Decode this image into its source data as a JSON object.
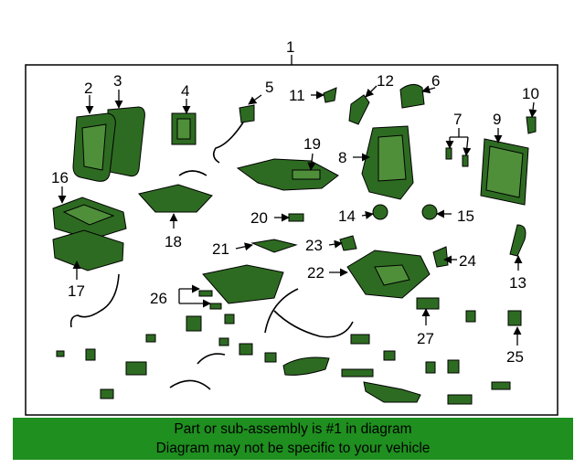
{
  "diagram": {
    "callouts": [
      {
        "id": "1",
        "label": "1"
      },
      {
        "id": "2",
        "label": "2"
      },
      {
        "id": "3",
        "label": "3"
      },
      {
        "id": "4",
        "label": "4"
      },
      {
        "id": "5",
        "label": "5"
      },
      {
        "id": "6",
        "label": "6"
      },
      {
        "id": "7",
        "label": "7"
      },
      {
        "id": "8",
        "label": "8"
      },
      {
        "id": "9",
        "label": "9"
      },
      {
        "id": "10",
        "label": "10"
      },
      {
        "id": "11",
        "label": "11"
      },
      {
        "id": "12",
        "label": "12"
      },
      {
        "id": "13",
        "label": "13"
      },
      {
        "id": "14",
        "label": "14"
      },
      {
        "id": "15",
        "label": "15"
      },
      {
        "id": "16",
        "label": "16"
      },
      {
        "id": "17",
        "label": "17"
      },
      {
        "id": "18",
        "label": "18"
      },
      {
        "id": "19",
        "label": "19"
      },
      {
        "id": "20",
        "label": "20"
      },
      {
        "id": "21",
        "label": "21"
      },
      {
        "id": "22",
        "label": "22"
      },
      {
        "id": "23",
        "label": "23"
      },
      {
        "id": "24",
        "label": "24"
      },
      {
        "id": "25",
        "label": "25"
      },
      {
        "id": "26",
        "label": "26"
      },
      {
        "id": "27",
        "label": "27"
      }
    ]
  },
  "footer": {
    "line1": "Part or sub-assembly is #1 in diagram",
    "line2": "Diagram may not be specific to your vehicle"
  },
  "colors": {
    "part_fill": "#2e6b22",
    "footer_bg": "#1f8f1f"
  }
}
